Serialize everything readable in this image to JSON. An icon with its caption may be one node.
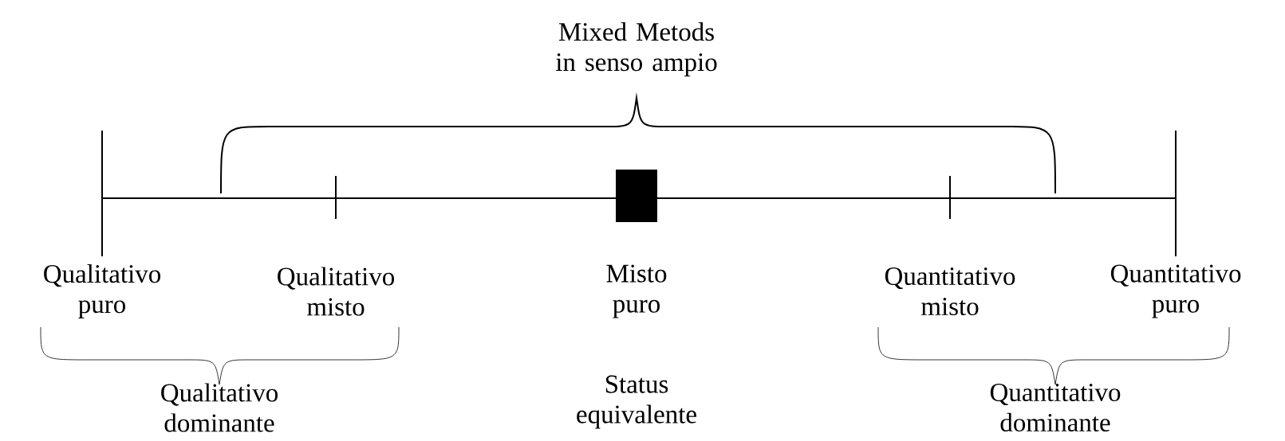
{
  "diagram": {
    "labels": [
      "Mixed Metods in senso ampio",
      "Qualitativo puro",
      "Qualitativo misto",
      "Misto puro",
      "Quantitativo misto",
      "Quantitativo puro",
      "Qualitativo dominante",
      "Status equivalente",
      "Quantitativo dominante"
    ]
  }
}
